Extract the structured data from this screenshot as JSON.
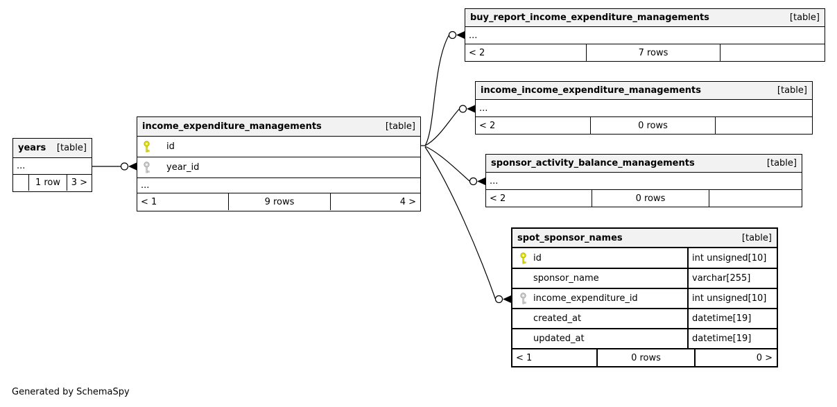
{
  "credit": "Generated by SchemaSpy",
  "colors": {
    "header_bg": "#f2f2f2",
    "border": "#000000",
    "primary_key": "#e3e000",
    "foreign_key": "#cccccc"
  },
  "tables": {
    "years": {
      "name": "years",
      "tag": "[table]",
      "ellipsis": "...",
      "footer": {
        "left": "",
        "center": "1 row",
        "right": "3 >"
      }
    },
    "income_expenditure_managements": {
      "name": "income_expenditure_managements",
      "tag": "[table]",
      "columns": [
        {
          "name": "id",
          "key": "primary"
        },
        {
          "name": "year_id",
          "key": "foreign"
        }
      ],
      "ellipsis": "...",
      "footer": {
        "left": "< 1",
        "center": "9 rows",
        "right": "4 >"
      }
    },
    "buy_report_income_expenditure_managements": {
      "name": "buy_report_income_expenditure_managements",
      "tag": "[table]",
      "ellipsis": "...",
      "footer": {
        "left": "< 2",
        "center": "7 rows",
        "right": ""
      }
    },
    "income_income_expenditure_managements": {
      "name": "income_income_expenditure_managements",
      "tag": "[table]",
      "ellipsis": "...",
      "footer": {
        "left": "< 2",
        "center": "0 rows",
        "right": ""
      }
    },
    "sponsor_activity_balance_managements": {
      "name": "sponsor_activity_balance_managements",
      "tag": "[table]",
      "ellipsis": "...",
      "footer": {
        "left": "< 2",
        "center": "0 rows",
        "right": ""
      }
    },
    "spot_sponsor_names": {
      "name": "spot_sponsor_names",
      "tag": "[table]",
      "columns": [
        {
          "name": "id",
          "type": "int unsigned[10]",
          "key": "primary"
        },
        {
          "name": "sponsor_name",
          "type": "varchar[255]",
          "key": "none"
        },
        {
          "name": "income_expenditure_id",
          "type": "int unsigned[10]",
          "key": "foreign"
        },
        {
          "name": "created_at",
          "type": "datetime[19]",
          "key": "none"
        },
        {
          "name": "updated_at",
          "type": "datetime[19]",
          "key": "none"
        }
      ],
      "footer": {
        "left": "< 1",
        "center": "0 rows",
        "right": "0 >"
      }
    }
  },
  "relationships": [
    {
      "parent": "years",
      "child": "income_expenditure_managements",
      "child_column": "year_id"
    },
    {
      "parent": "income_expenditure_managements",
      "child": "buy_report_income_expenditure_managements"
    },
    {
      "parent": "income_expenditure_managements",
      "child": "income_income_expenditure_managements"
    },
    {
      "parent": "income_expenditure_managements",
      "child": "sponsor_activity_balance_managements"
    },
    {
      "parent": "income_expenditure_managements",
      "child": "spot_sponsor_names",
      "child_column": "income_expenditure_id"
    }
  ]
}
